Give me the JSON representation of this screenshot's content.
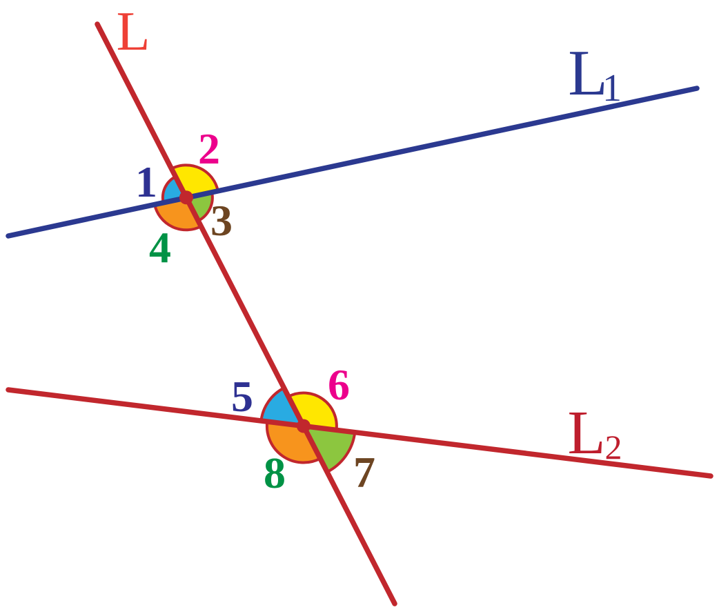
{
  "diagram": {
    "description": "Transversal line L intersecting lines L1 and L2, forming eight numbered angles marked with colored sectors",
    "palette": {
      "outline": "#C1272D"
    },
    "lines": {
      "l": {
        "label": "L",
        "color": "#C1272D",
        "label_color": "#EE4036"
      },
      "l1": {
        "label": "L",
        "sub": "1",
        "color": "#2B3990",
        "label_color": "#2B3990"
      },
      "l2": {
        "label": "L",
        "sub": "2",
        "color": "#C1272D",
        "label_color": "#BE1E2D"
      }
    },
    "angles": [
      {
        "label": "1",
        "label_color": "#2E3192",
        "sector_color": "#29ABE2"
      },
      {
        "label": "2",
        "label_color": "#EC008C",
        "sector_color": "#FFE700"
      },
      {
        "label": "3",
        "label_color": "#6D4522",
        "sector_color": "#8CC63F"
      },
      {
        "label": "4",
        "label_color": "#009245",
        "sector_color": "#F7941D"
      },
      {
        "label": "5",
        "label_color": "#2E3192",
        "sector_color": "#29ABE2"
      },
      {
        "label": "6",
        "label_color": "#EC008C",
        "sector_color": "#FFE700"
      },
      {
        "label": "7",
        "label_color": "#6D4522",
        "sector_color": "#8CC63F"
      },
      {
        "label": "8",
        "label_color": "#009245",
        "sector_color": "#F7941D"
      }
    ]
  }
}
